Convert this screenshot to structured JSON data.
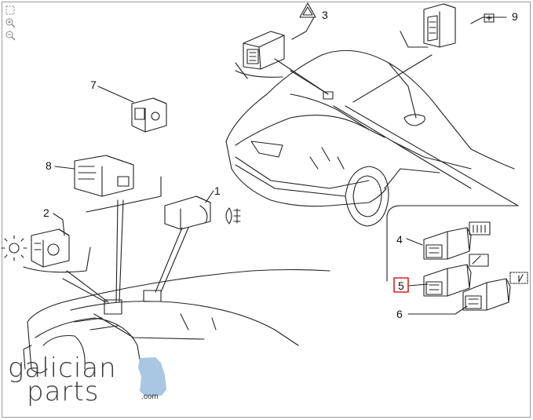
{
  "callouts": {
    "c1": "1",
    "c2": "2",
    "c3": "3",
    "c4": "4",
    "c5": "5",
    "c6": "6",
    "c7": "7",
    "c8": "8",
    "c9": "9"
  },
  "highlighted_callout": "5",
  "logo": {
    "line1": "galician",
    "line2": "parts",
    "domain": ".com"
  },
  "toolbar": {
    "icons": [
      "fit-icon",
      "zoom-in-icon",
      "zoom-out-icon"
    ]
  },
  "colors": {
    "line": "#222222",
    "highlight": "#dd2222",
    "map_blue": "#a9c7e3"
  }
}
